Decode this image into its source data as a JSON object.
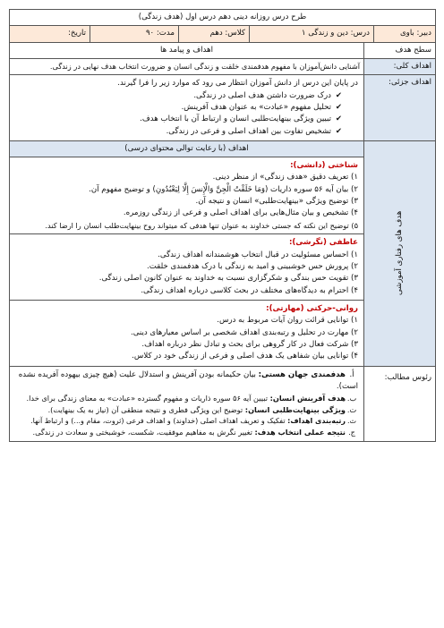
{
  "title": "طرح درس روزانه دینی دهم درس اول (هدف زندگی)",
  "info": {
    "teacher": "دبیر: باوی",
    "lesson": "درس: دین و زندگی ۱",
    "class": "کلاس: دهم",
    "duration": "مدت: ۹۰",
    "date": "تاریخ:"
  },
  "levels": {
    "label": "سطح هدف",
    "value": "اهداف و پیامد ها"
  },
  "general_goal": {
    "label": "اهداف کلی:",
    "text": "آشنایی دانش‌آموزان با مفهوم هدفمندی خلقت و زندگی انسان و ضرورت انتخاب هدف نهایی در زندگی."
  },
  "partial_goals": {
    "label": "اهداف جزئی:",
    "intro": "در پایان این درس از دانش آموزان انتظار می رود که موارد زیر را فرا گیرند.",
    "items": [
      "درک ضرورت داشتن هدف اصلی در زندگی.",
      "تحلیل مفهوم «عبادت» به عنوان هدف آفرینش.",
      "تبیین ویژگی بینهایت‌طلبی انسان و ارتباط آن با انتخاب هدف.",
      "تشخیص تفاوت بین اهداف اصلی و فرعی در زندگی."
    ]
  },
  "behavioral": {
    "header": "اهداف (با رعایت توالی محتوای درسی)",
    "side_label": "هدف های رفتاری آموزشی",
    "cognitive_title": "شناختی (دانشی):",
    "cognitive": [
      "۱) تعریف دقیق «هدف زندگی» از منظر دینی.",
      "۲) بیان آیه ۵۶ سوره ذاریات (وَمَا خَلَقْتُ الْجِنَّ وَالْإِنسَ إِلَّا لِيَعْبُدُونِ) و توضیح مفهوم آن.",
      "۳) توضیح ویژگی «بینهایت‌طلبی» انسان و نتیجه آن.",
      "۴) تشخیص و بیان مثال‌هایی برای اهداف اصلی و فرعی از زندگی روزمره.",
      "۵) توضیح این نکته که جستی خداوند به عنوان تنها هدفی که میتواند روح بینهایت‌طلب انسان را ارضا کند."
    ],
    "affective_title": "عاطفی (نگرشی):",
    "affective": [
      "۱) احساس مسئولیت در قبال انتخاب هوشمندانه اهداف زندگی.",
      "۲) پرورش حس خوشبینی و امید به زندگی با درک هدفمندی خلقت.",
      "۳) تقویت حس بندگی و شکرگزاری نسبت به خداوند به عنوان کانون اصلی زندگی.",
      "۴) احترام به دیدگاه‌های مختلف در بحث کلاسی درباره اهداف زندگی."
    ],
    "psychomotor_title": "روانی-حرکتی (مهارتی):",
    "psychomotor": [
      "۱) توانایی قرائت روان آیات مربوط به درس.",
      "۲) مهارت در تحلیل و رتبه‌بندی اهداف شخصی بر اساس معیارهای دینی.",
      "۳) شرکت فعال در کار گروهی برای بحث و تبادل نظر درباره اهداف.",
      "۴) توانایی بیان شفاهی یک هدف اصلی و فرعی از زندگی خود در کلاس."
    ]
  },
  "outline": {
    "label": "رئوس مطالب:",
    "items": [
      {
        "letter": "أ.",
        "key": "هدفمندی جهان هستی:",
        "text": "بیان حکیمانه بودن آفرینش و استدلال علیت (هیچ چیزی بیهوده آفریده نشده است)."
      },
      {
        "letter": "ب.",
        "key": "هدف آفرینش انسان:",
        "text": "تبیین آیه ۵۶ سوره ذاریات و مفهوم گسترده «عبادت» به معنای زندگی برای خدا."
      },
      {
        "letter": "ت.",
        "key": "ویژگی بینهایت‌طلبی انسان:",
        "text": "توضیح این ویژگی فطری و نتیجه منطقی آن (نیاز به یک بینهایت)."
      },
      {
        "letter": "ث.",
        "key": "رتبه‌بندی اهداف:",
        "text": "تفکیک و تعریف اهداف اصلی (خداوند) و اهداف فرعی (ثروت، مقام و...) و ارتباط آنها."
      },
      {
        "letter": "ج.",
        "key": "نتیجه عملی انتخاب هدف:",
        "text": "تغییر نگرش به مفاهیم موفقیت، شکست، خوشبختی و سعادت در زندگی."
      }
    ]
  }
}
